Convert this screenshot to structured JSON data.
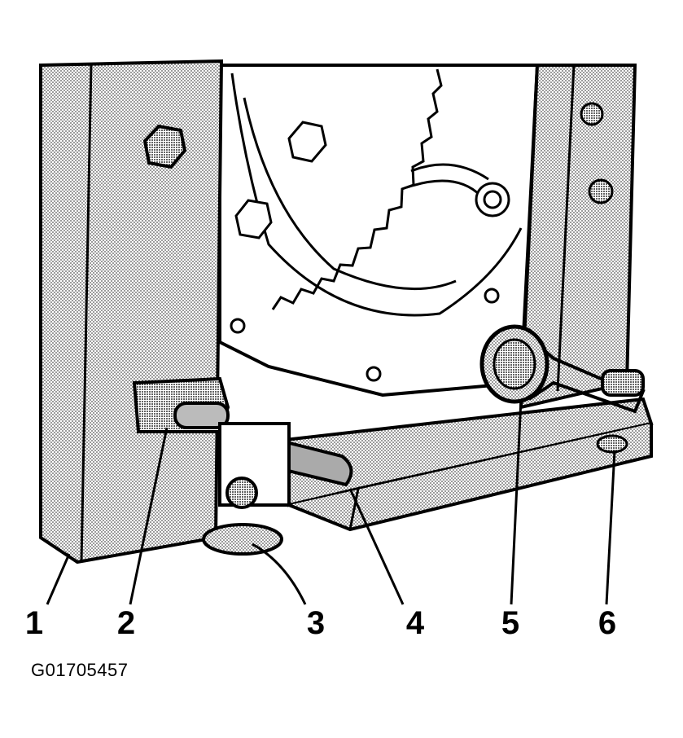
{
  "figure": {
    "callouts": [
      "1",
      "2",
      "3",
      "4",
      "5",
      "6"
    ],
    "figure_id": "G01705457"
  },
  "colors": {
    "ink": "#000000",
    "stipple": "#8a8a8a",
    "paper": "#ffffff"
  }
}
